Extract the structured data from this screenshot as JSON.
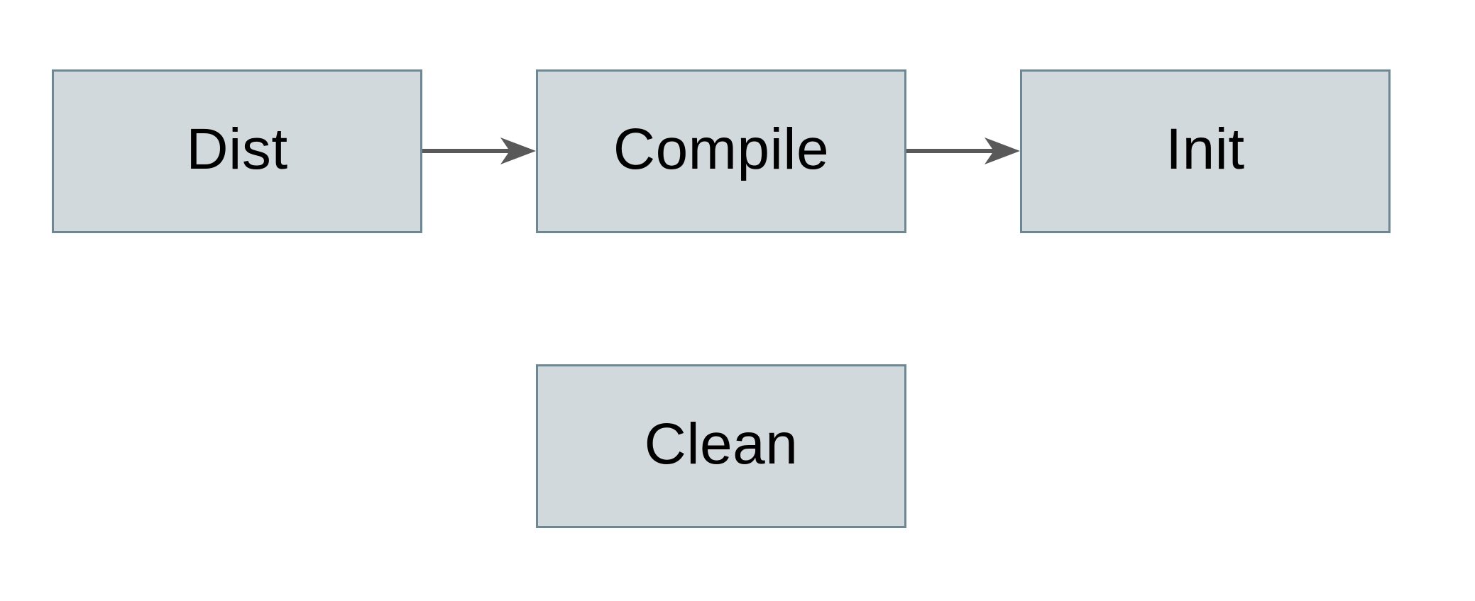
{
  "diagram": {
    "type": "flowchart",
    "colors": {
      "background": "#ffffff",
      "node_fill": "#d2d9dc",
      "node_border": "#6d8794",
      "arrow": "#595959",
      "text": "#000000"
    },
    "nodes": [
      {
        "id": "dist",
        "label": "Dist",
        "row": "top",
        "order": 1
      },
      {
        "id": "compile",
        "label": "Compile",
        "row": "top",
        "order": 2
      },
      {
        "id": "init",
        "label": "Init",
        "row": "top",
        "order": 3
      },
      {
        "id": "clean",
        "label": "Clean",
        "row": "bottom",
        "order": 1
      }
    ],
    "edges": [
      {
        "from": "dist",
        "to": "compile",
        "style": "arrow-right"
      },
      {
        "from": "compile",
        "to": "init",
        "style": "arrow-right"
      }
    ]
  }
}
